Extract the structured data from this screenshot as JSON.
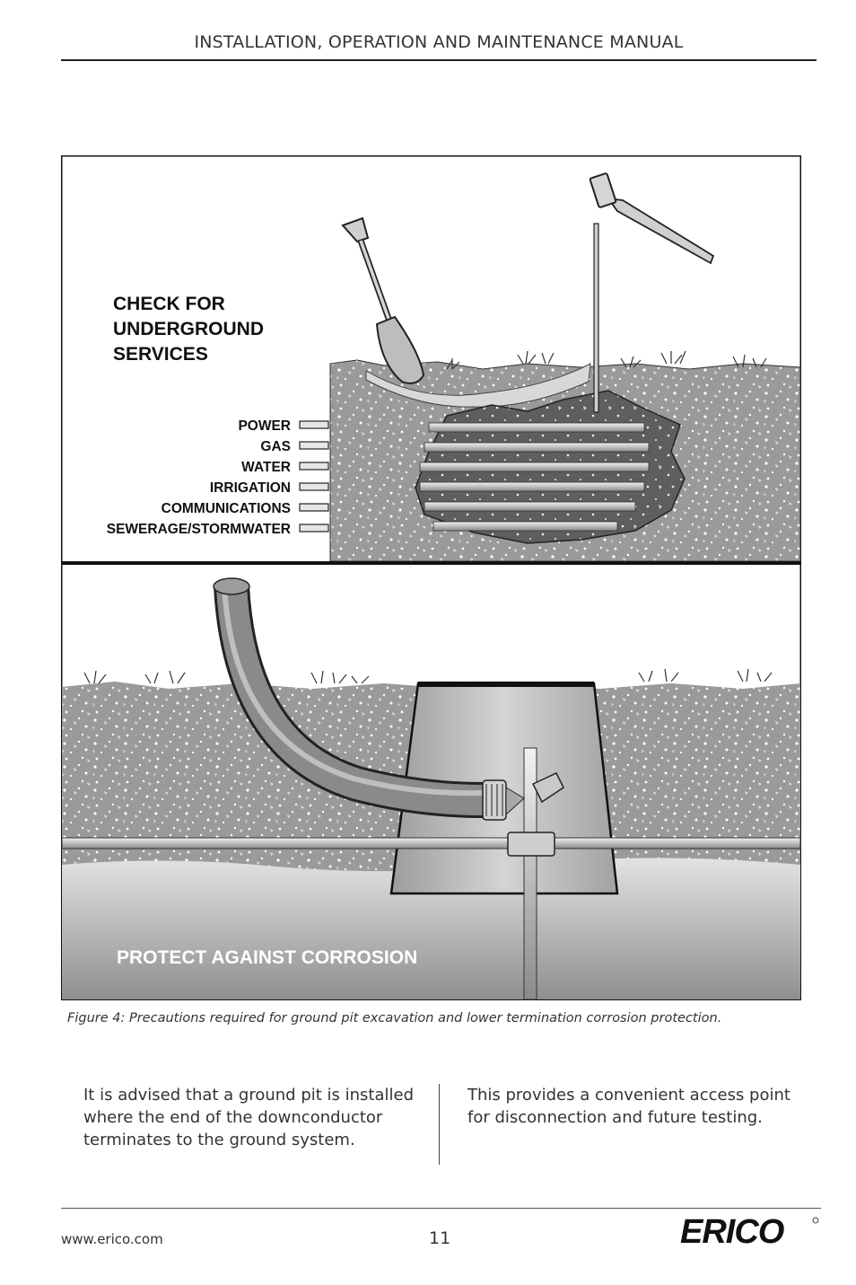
{
  "header": {
    "title": "INSTALLATION, OPERATION AND MAINTENANCE MANUAL"
  },
  "figure": {
    "top_title_lines": [
      "CHECK FOR",
      "UNDERGROUND",
      "SERVICES"
    ],
    "services": [
      "POWER",
      "GAS",
      "WATER",
      "IRRIGATION",
      "COMMUNICATIONS",
      "SEWERAGE/STORMWATER"
    ],
    "bottom_title": "PROTECT AGAINST CORROSION",
    "colors": {
      "soil": "#9a9a9a",
      "pit": "#b6b6b6",
      "ground": "#c9c9c9",
      "border": "#111111"
    }
  },
  "caption": "Figure 4: Precautions required for ground pit excavation and lower termination corrosion protection.",
  "body": {
    "left": "It is advised that a ground pit is installed where the end of the downconductor terminates to the ground system.",
    "right": "This provides a convenient access point for disconnection and future testing."
  },
  "footer": {
    "url": "www.erico.com",
    "page": "11",
    "logo_text": "ERICO"
  }
}
